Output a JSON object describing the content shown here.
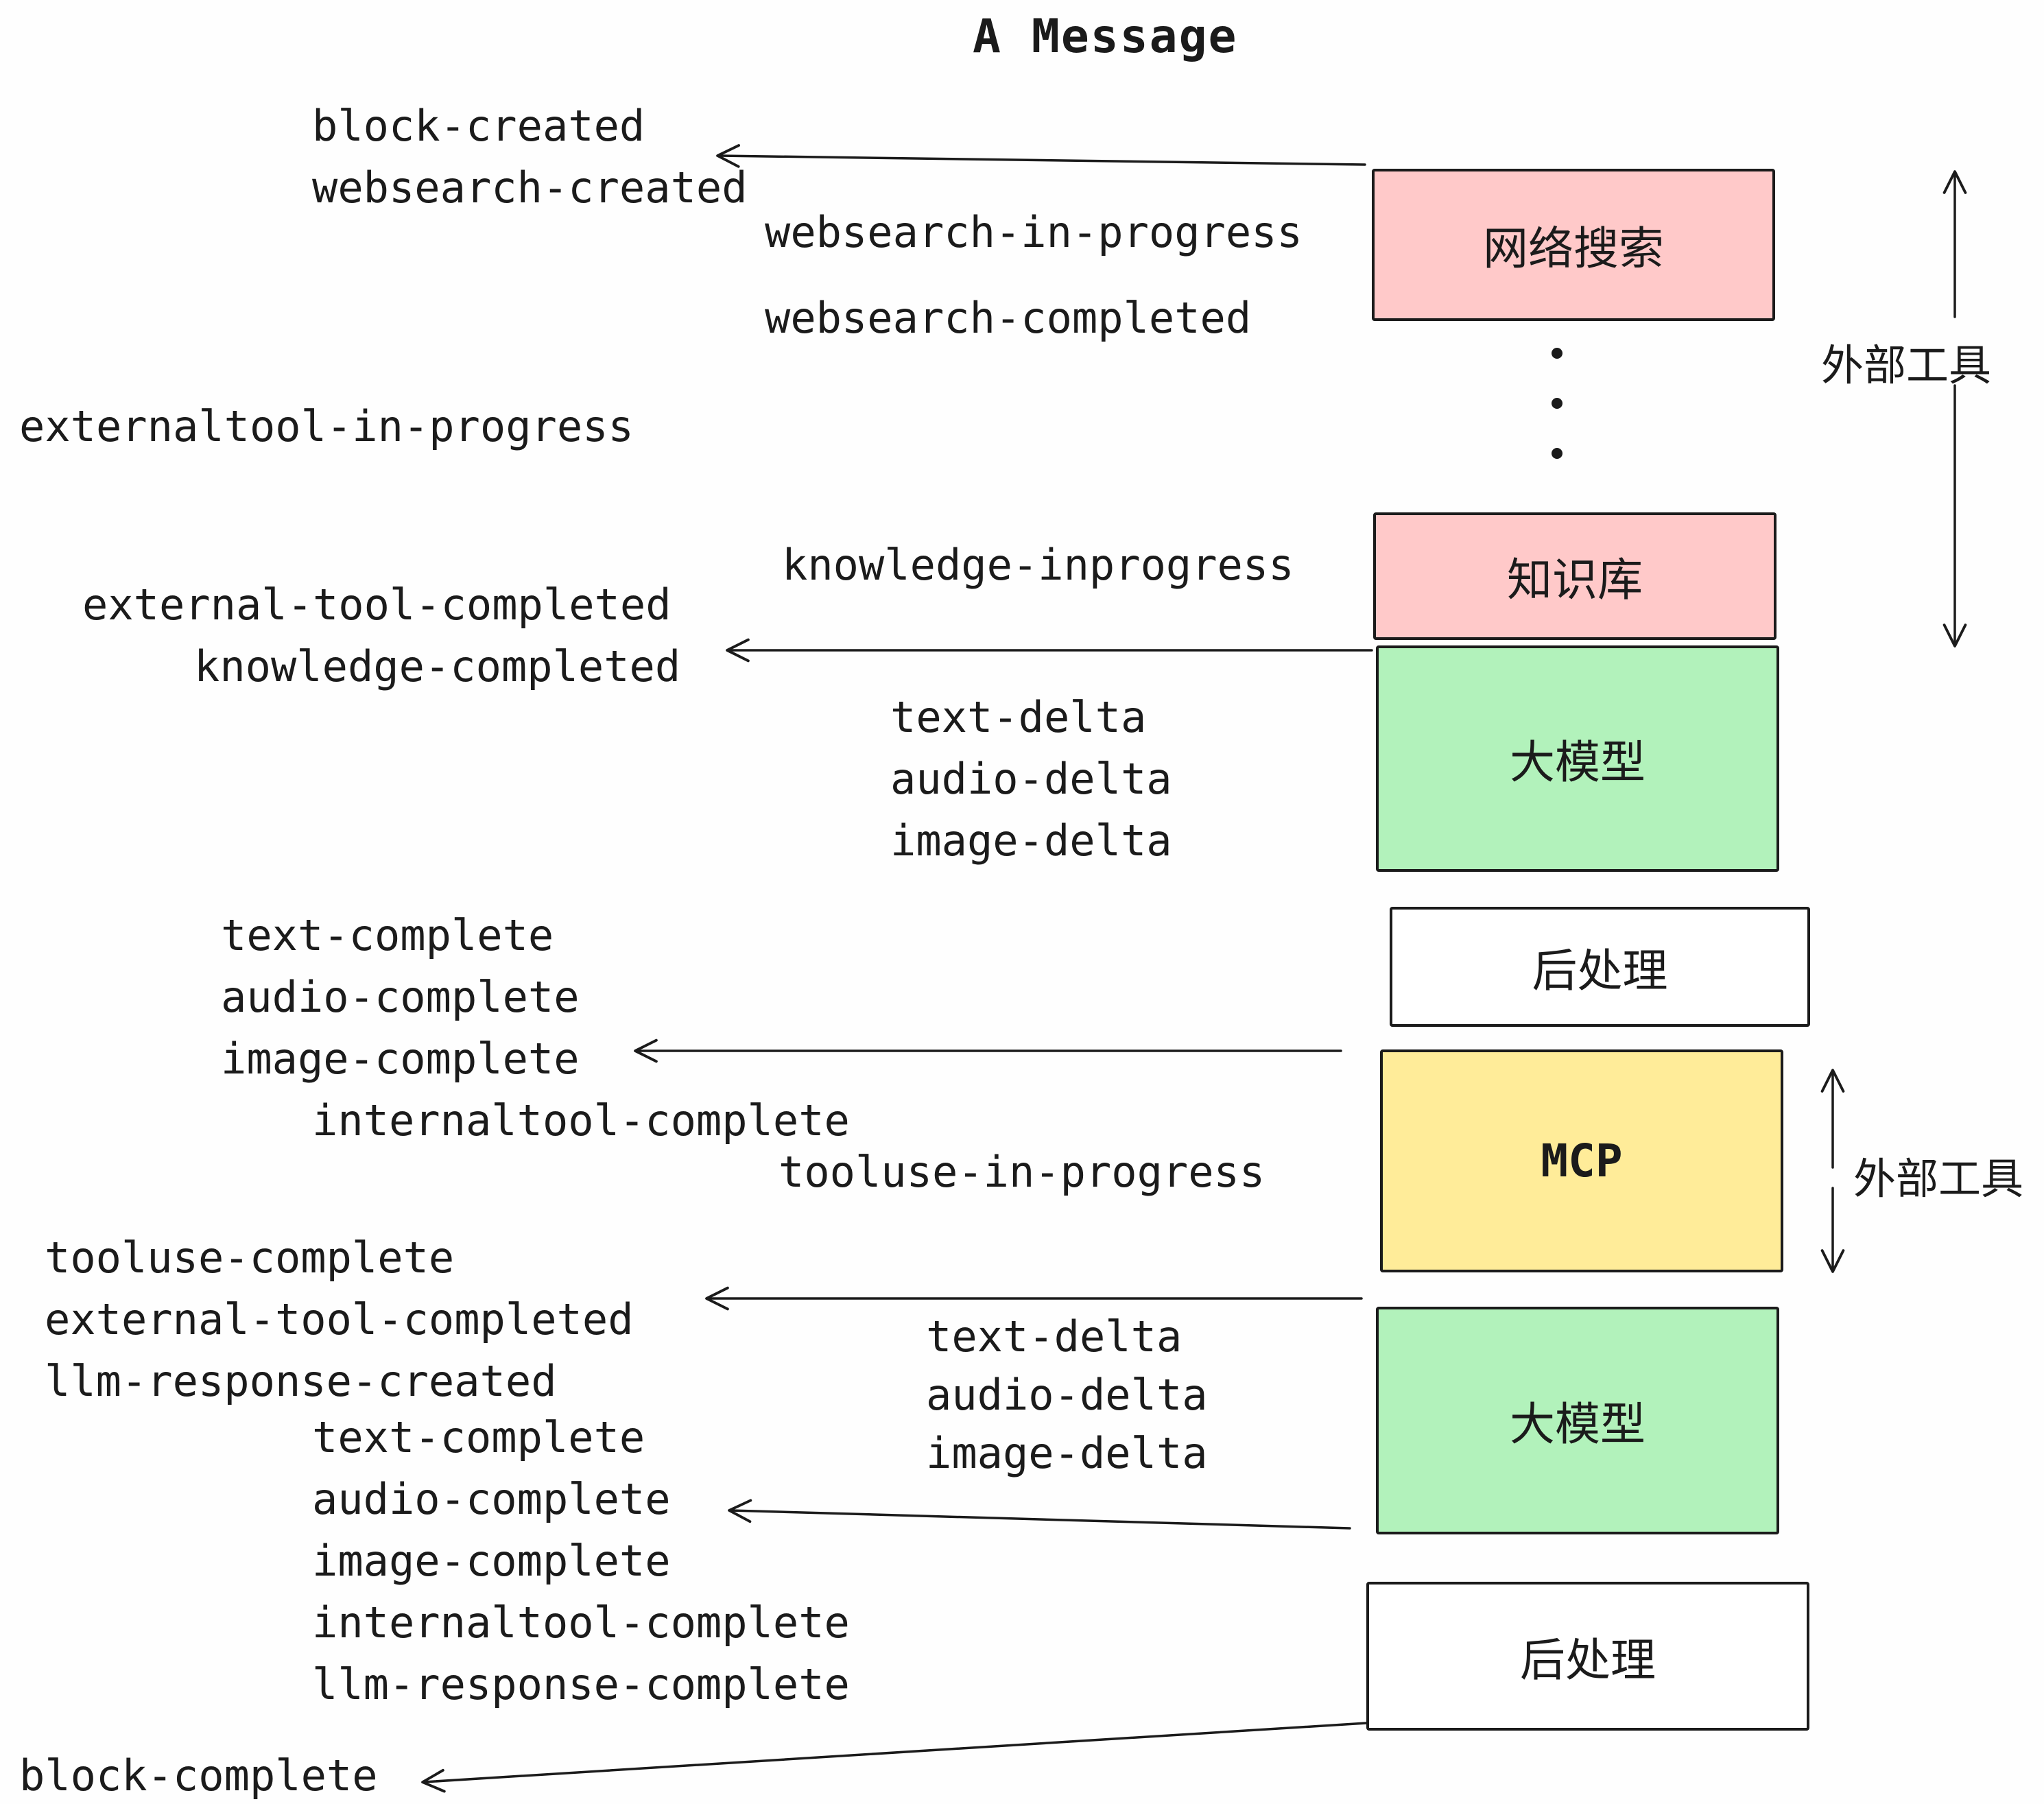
{
  "title": "A Message",
  "colors": {
    "pink": "#ffc9c9",
    "green": "#b2f2bb",
    "yellow": "#ffec99",
    "white": "#ffffff",
    "stroke": "#1b1b1b"
  },
  "boxes": {
    "websearch": {
      "label": "网络搜索",
      "fill": "#ffc9c9"
    },
    "knowledge": {
      "label": "知识库",
      "fill": "#ffc9c9"
    },
    "llm_top": {
      "label": "大模型",
      "fill": "#b2f2bb"
    },
    "postprocess_top": {
      "label": "后处理",
      "fill": "#ffffff"
    },
    "mcp": {
      "label": "MCP",
      "fill": "#ffec99"
    },
    "llm_bottom": {
      "label": "大模型",
      "fill": "#b2f2bb"
    },
    "postprocess_bottom": {
      "label": "后处理",
      "fill": "#ffffff"
    }
  },
  "side_labels": {
    "external_tools_top": "外部工具",
    "external_tools_mid": "外部工具"
  },
  "events": {
    "block_created": "block-created",
    "websearch_created": "websearch-created",
    "websearch_in_progress": "websearch-in-progress",
    "websearch_completed": "websearch-completed",
    "externaltool_in_progress": "externaltool-in-progress",
    "knowledge_inprogress": "knowledge-inprogress",
    "external_tool_completed_1": "external-tool-completed",
    "knowledge_completed": "knowledge-completed",
    "text_delta_1": "text-delta",
    "audio_delta_1": "audio-delta",
    "image_delta_1": "image-delta",
    "text_complete_1": "text-complete",
    "audio_complete_1": "audio-complete",
    "image_complete_1": "image-complete",
    "internaltool_complete_1": "internaltool-complete",
    "tooluse_in_progress": "tooluse-in-progress",
    "tooluse_complete": "tooluse-complete",
    "external_tool_completed_2": "external-tool-completed",
    "llm_response_created": "llm-response-created",
    "text_complete_2": "text-complete",
    "audio_complete_2": "audio-complete",
    "image_complete_2": "image-complete",
    "internaltool_complete_2": "internaltool-complete",
    "llm_response_complete": "llm-response-complete",
    "text_delta_2": "text-delta",
    "audio_delta_2": "audio-delta",
    "image_delta_2": "image-delta",
    "block_complete": "block-complete"
  }
}
